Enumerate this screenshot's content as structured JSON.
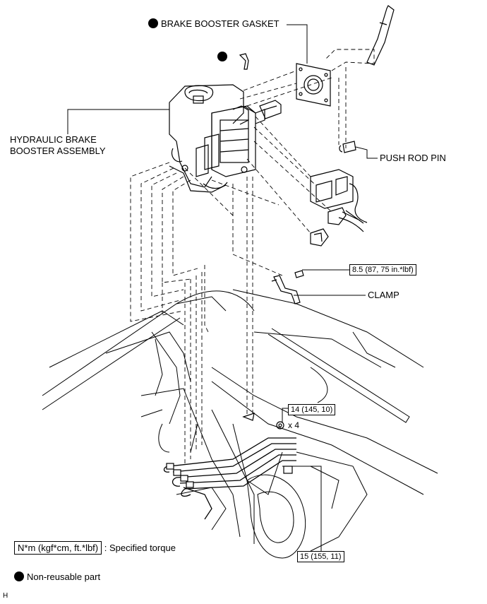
{
  "labels": {
    "gasket": "BRAKE BOOSTER GASKET",
    "booster_line1": "HYDRAULIC BRAKE",
    "booster_line2": "BOOSTER ASSEMBLY",
    "push_rod_pin": "PUSH ROD PIN",
    "clamp": "CLAMP"
  },
  "torques": {
    "clamp_bolt": "8.5 (87, 75 in.*lbf)",
    "nuts": "14 (145, 10)",
    "nuts_qty": "x 4",
    "lines": "15 (155, 11)"
  },
  "legend": {
    "torque_unit": "N*m (kgf*cm, ft.*lbf)",
    "torque_desc": ": Specified torque",
    "nonreusable": "Non-reusable part"
  },
  "corner_mark": "H"
}
